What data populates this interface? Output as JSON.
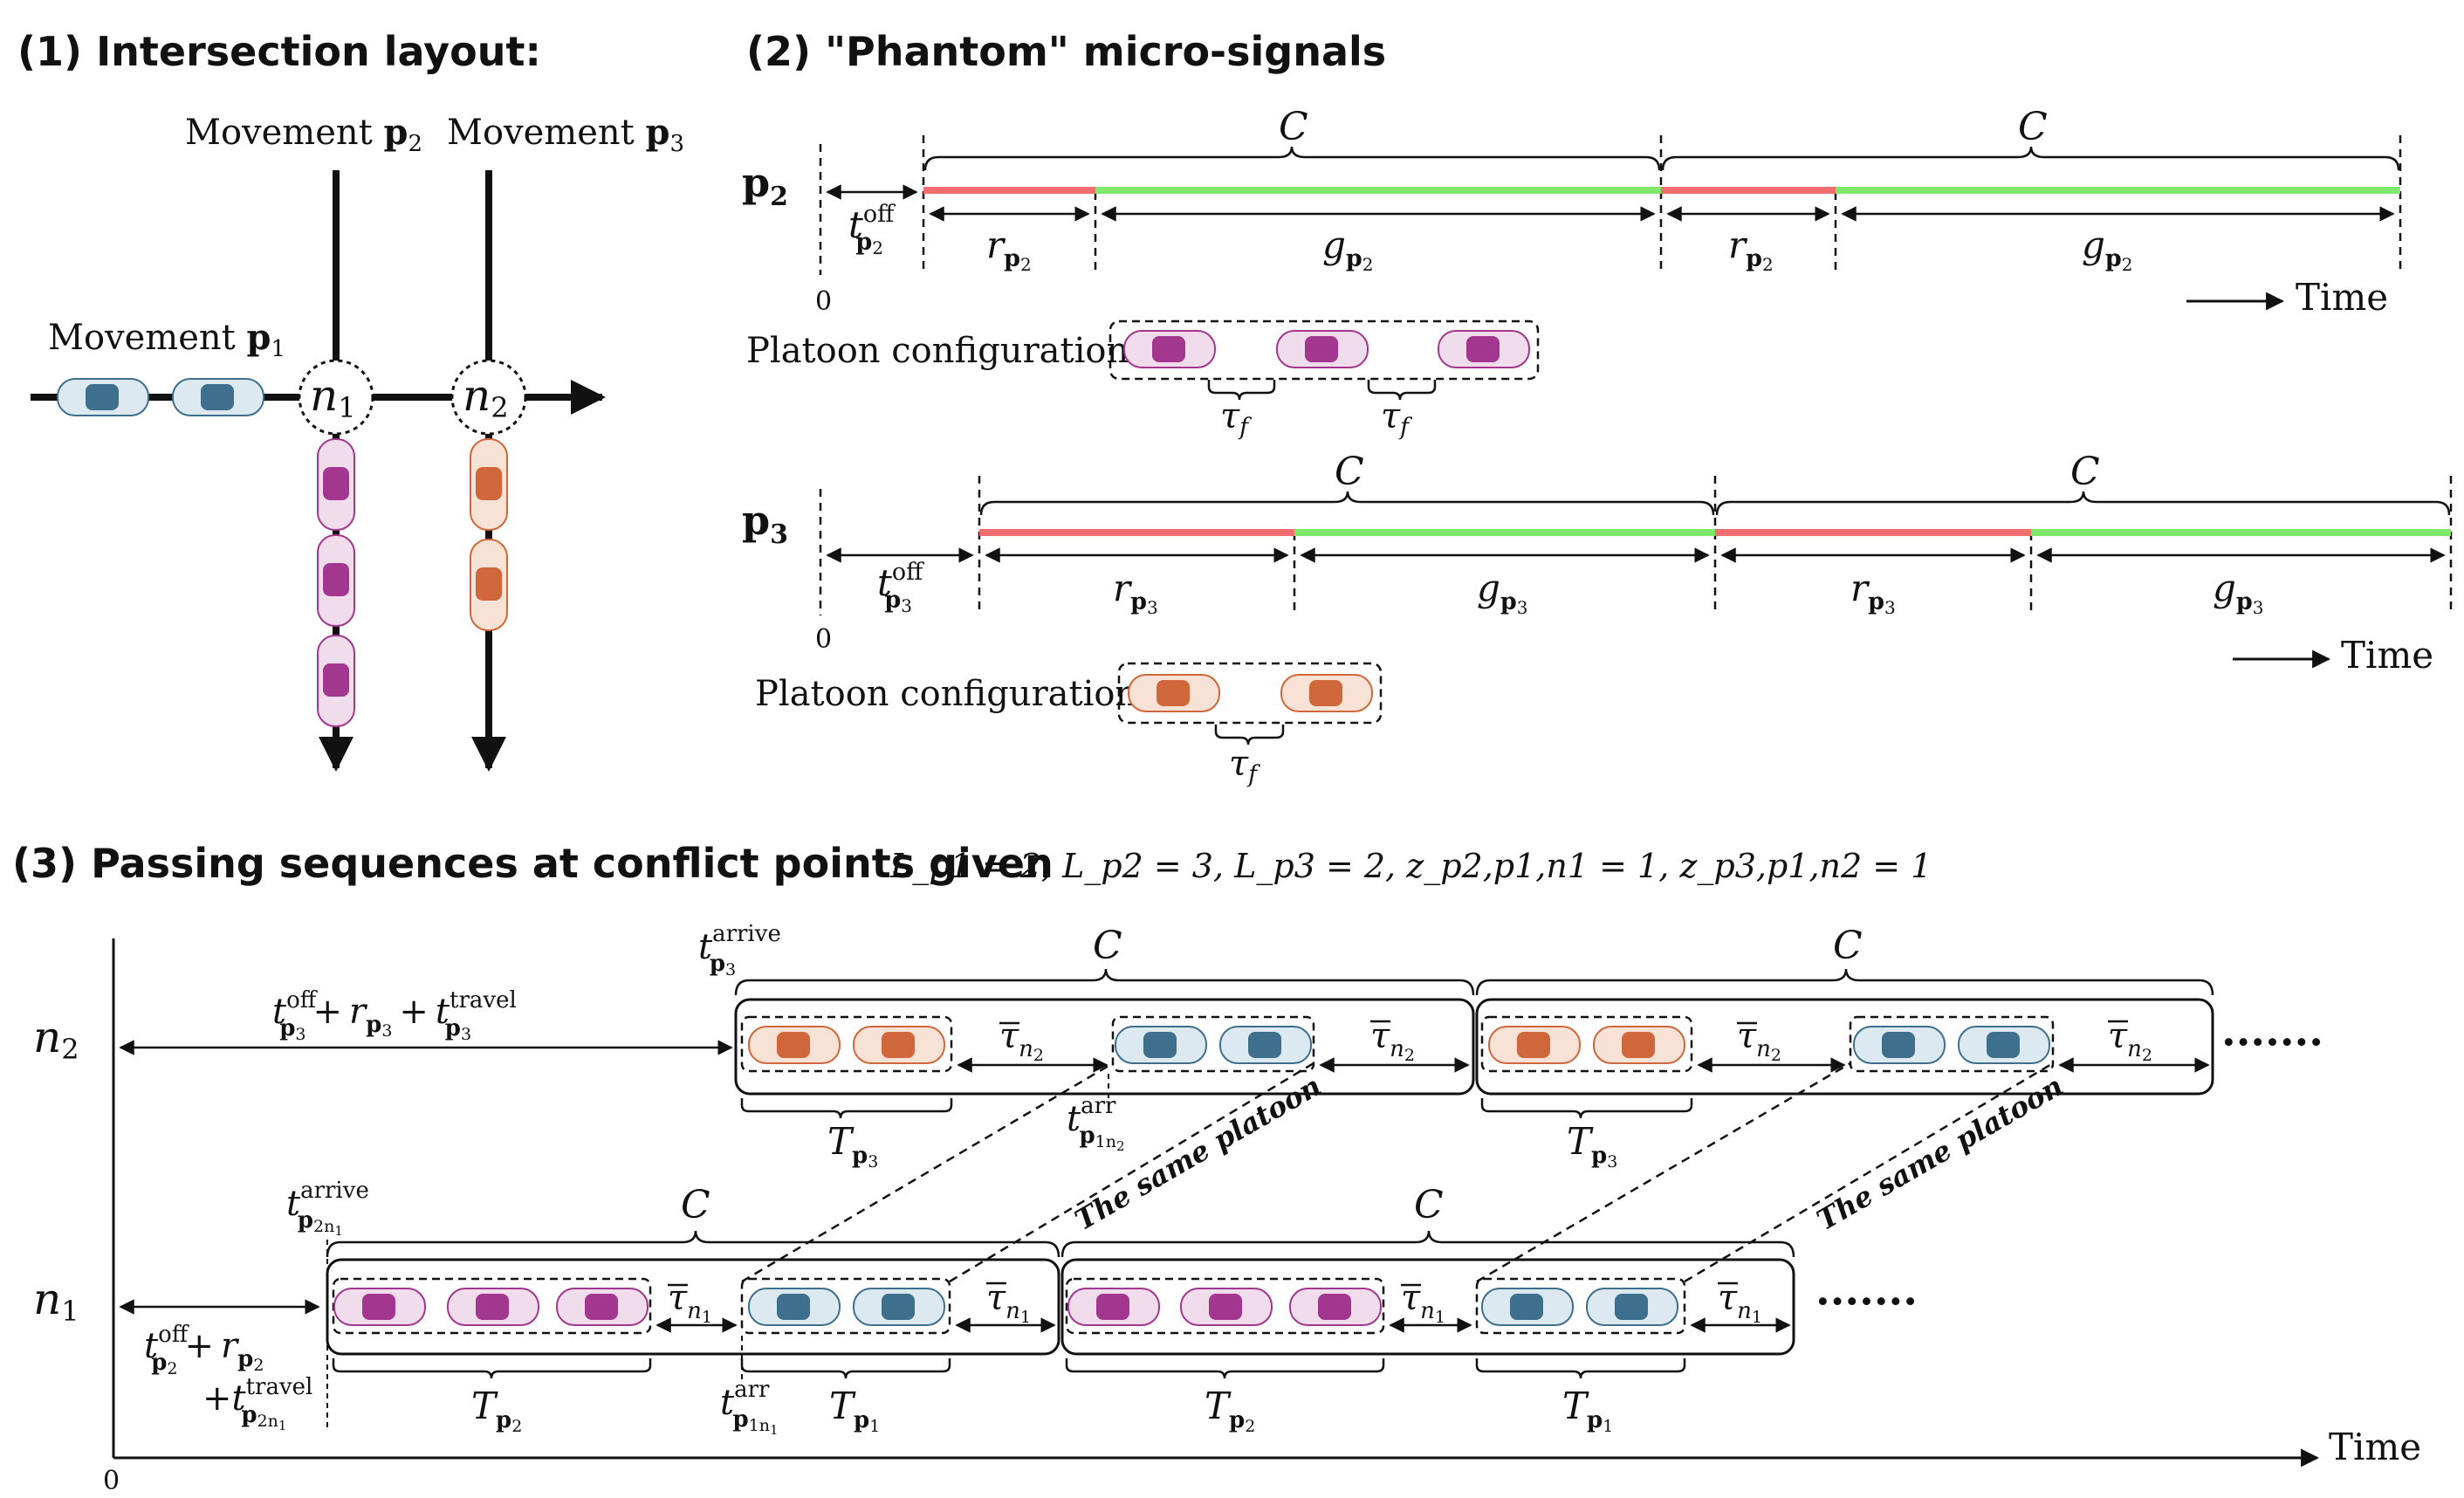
{
  "headings": {
    "layout": "(1) Intersection layout:",
    "phantom": "(2) \"Phantom\" micro-signals",
    "passing_prefix": "(3) Passing sequences at conflict points given",
    "passing_condition": "L_p1 = 2, L_p2 = 3, L_p3 = 2, z_p2,p1,n1 = 1, z_p3,p1,n2 = 1"
  },
  "layout": {
    "movement_p1": "Movement",
    "movement_p2": "Movement",
    "movement_p3": "Movement",
    "node_n1": "n",
    "node_n2": "n",
    "sub_1": "1",
    "sub_2": "2",
    "sub_3": "3",
    "p": "p"
  },
  "signals": {
    "cycle_label": "C",
    "zero": "0",
    "time_label": "Time",
    "platoon_label": "Platoon configuration",
    "t": "t",
    "off": "off",
    "r": "r",
    "g": "g",
    "tau": "τ",
    "f": "f",
    "red_color": "#f26d6d",
    "green_color": "#7ee86b"
  },
  "passing": {
    "cycle_label": "C",
    "zero": "0",
    "time_label": "Time",
    "ellipsis": "·······",
    "same_platoon": "The same platoon",
    "arrive": "arrive",
    "arr": "arr",
    "travel": "travel",
    "T": "T",
    "tau": "τ",
    "plus": "+"
  },
  "colors": {
    "purple_car": "#a3368f",
    "blue_car": "#3e6f8c",
    "orange_car": "#d0673a"
  }
}
